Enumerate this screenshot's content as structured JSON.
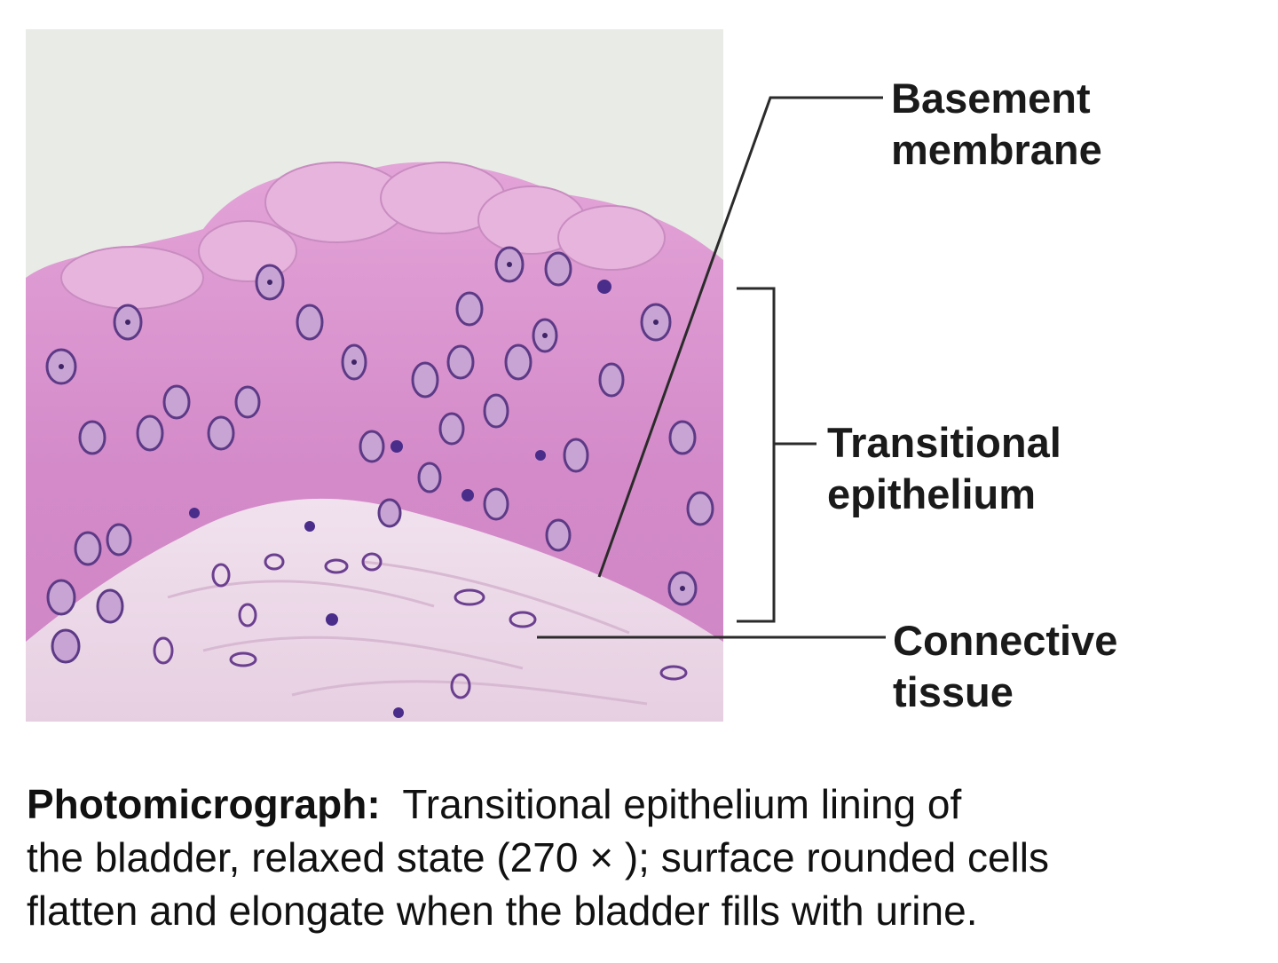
{
  "labels": {
    "basement_membrane": [
      "Basement",
      "membrane"
    ],
    "transitional_epithelium": [
      "Transitional",
      "epithelium"
    ],
    "connective_tissue": [
      "Connective",
      "tissue"
    ]
  },
  "caption": {
    "title": "Photomicrograph:",
    "line1": "Transitional epithelium lining of",
    "line2": "the bladder, relaxed state (270 × ); surface rounded cells",
    "line3": "flatten and elongate when the bladder fills with urine."
  },
  "colors": {
    "background": "#ffffff",
    "tissue_pink": "#d98bc9",
    "nucleus_purple": "#7a4a9e",
    "connective_pale": "#ead8e6",
    "lumen": "#e9ece6"
  }
}
